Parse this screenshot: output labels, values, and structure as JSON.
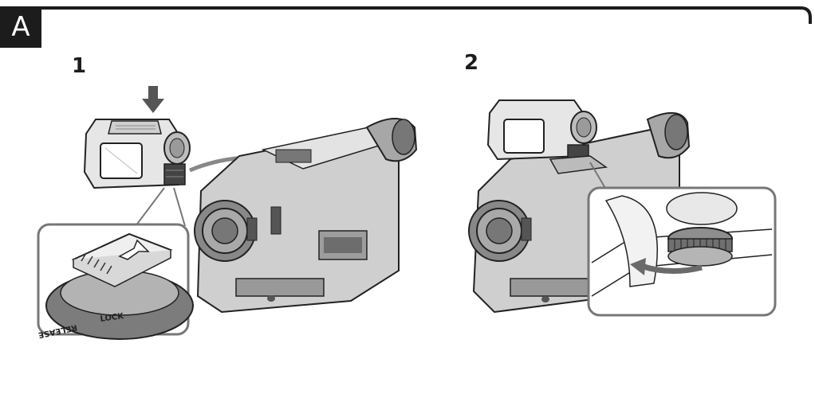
{
  "section_label": "A",
  "steps": [
    {
      "number": "1"
    },
    {
      "number": "2"
    }
  ],
  "callout_text": {
    "lock": "LOCK",
    "release": "RELEASE"
  }
}
